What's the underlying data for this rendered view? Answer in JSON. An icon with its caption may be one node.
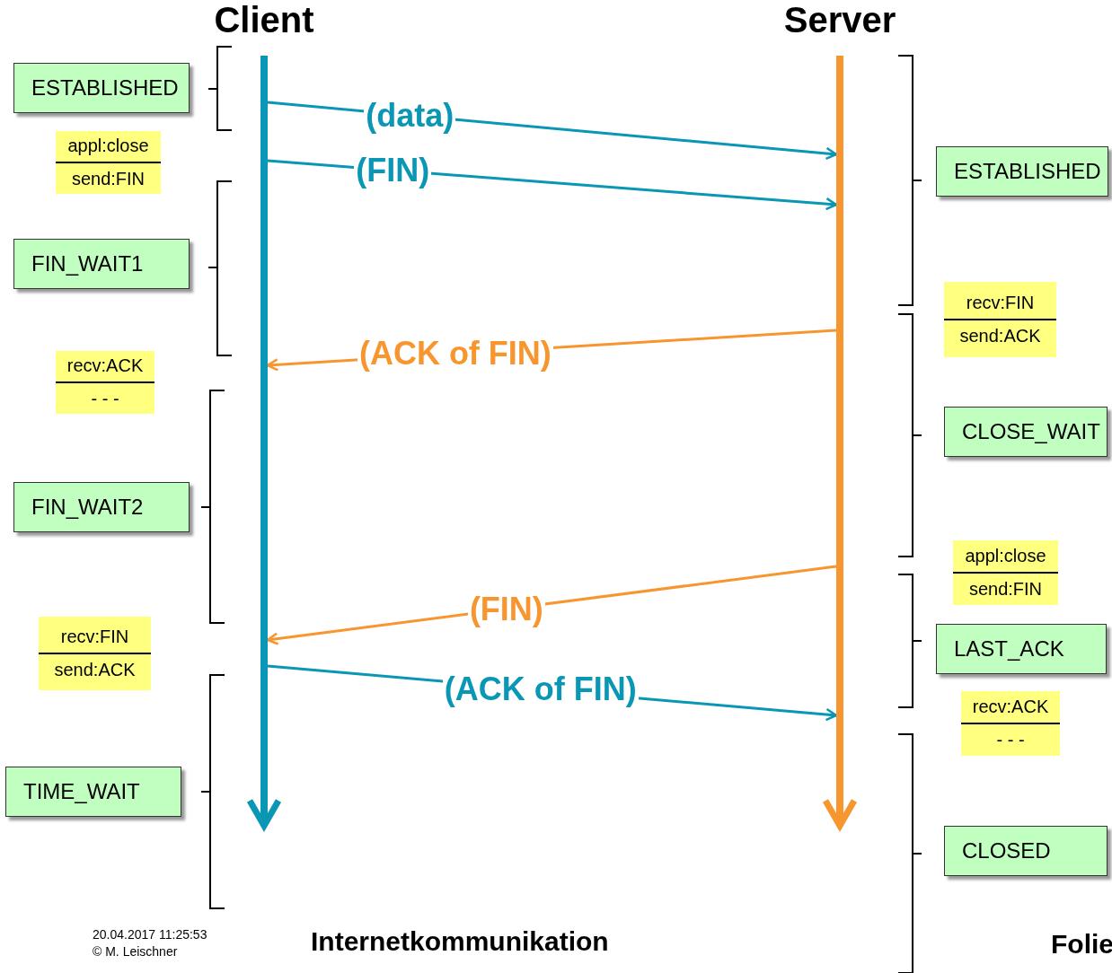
{
  "diagram": {
    "nodes": [
      {
        "text": [
          "Client"
        ]
      },
      {
        "text": [
          "Server"
        ]
      },
      {
        "text": [
          "ESTABLISHED"
        ]
      },
      {
        "text": [
          "appl:close",
          "send:FIN"
        ]
      },
      {
        "text": [
          "FIN_WAIT1"
        ]
      },
      {
        "text": [
          "recv:ACK",
          "- - -"
        ]
      },
      {
        "text": [
          "FIN_WAIT2"
        ]
      },
      {
        "text": [
          "recv:FIN",
          "send:ACK"
        ]
      },
      {
        "text": [
          "TIME_WAIT"
        ]
      },
      {
        "text": [
          "ESTABLISHED"
        ]
      },
      {
        "text": [
          "recv:FIN",
          "send:ACK"
        ]
      },
      {
        "text": [
          "CLOSE_WAIT"
        ]
      },
      {
        "text": [
          "appl:close",
          "send:FIN"
        ]
      },
      {
        "text": [
          "LAST_ACK"
        ]
      },
      {
        "text": [
          "recv:ACK",
          "- - -"
        ]
      },
      {
        "text": [
          "CLOSED"
        ]
      }
    ],
    "edges": [
      {
        "from": 0,
        "to": 1,
        "arrow": "to",
        "label": "(data)"
      },
      {
        "from": 0,
        "to": 1,
        "arrow": "to",
        "label": "(FIN)"
      },
      {
        "from": 1,
        "to": 0,
        "arrow": "to",
        "label": "(ACK of FIN)",
        "color": "#f7962f"
      },
      {
        "from": 1,
        "to": 0,
        "arrow": "to",
        "label": "(FIN)",
        "color": "#f7962f"
      },
      {
        "from": 0,
        "to": 1,
        "arrow": "to",
        "label": "(ACK of FIN)"
      }
    ],
    "labels": [
      "20.04.2017 11:25:53",
      "© M. Leischner",
      "Internetkommunikation",
      "Folie"
    ]
  }
}
